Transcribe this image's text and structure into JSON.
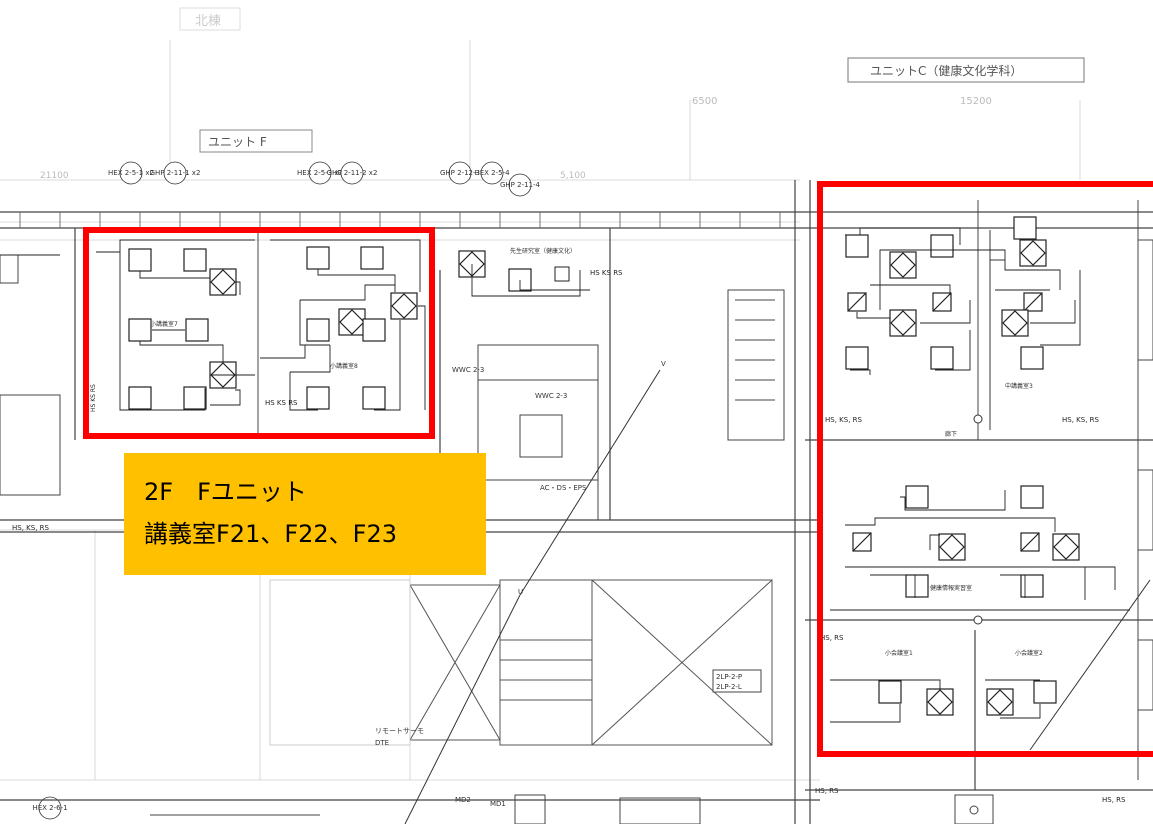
{
  "callout": {
    "line1": "2F　Fユニット",
    "line2": "講義室F21、F22、F23"
  },
  "plan": {
    "title_top": "北棟",
    "unit_f_label": "ユニット F",
    "unit_c_label": "ユニットC（健康文化学科）",
    "dim_left": "6500",
    "dim_right": "15200",
    "dim_far_left": "21100",
    "dim_mid": "5,100",
    "rooms": {
      "f_room_1": "小講義室7",
      "f_room_2": "小講義室8",
      "health_room": "先生研究室（健康文化）",
      "wc_1": "WWC 2-3",
      "wc_2": "WWC 2-3",
      "eps": "AC・DS・EPS",
      "c_room_top": "中講義室3",
      "corridor": "廊下",
      "c_room_mid": "健康情報実習室",
      "c_room_b1": "小会議室1",
      "c_room_b2": "小会議室2"
    },
    "equipment_tags": {
      "hex_1": "HEX 2-5-1 x2",
      "ghp_1": "GHP 2-11-1 x2",
      "hex_2": "HEX 2-5-3 x2",
      "ghp_2": "GHP 2-11-2 x2",
      "ghp_3": "GHP 2-12-3",
      "hex_3": "HEX 2-5-4",
      "ghp_4": "GHP 2-11-4",
      "hex_bottom": "HEX 2-6-1"
    },
    "notes": {
      "hs_ks_rs_1": "HS KS RS",
      "hs_ks_rs_2": "HS, KS, RS",
      "hs_ks_rs_3": "HS, KS, RS",
      "hs_ks_rs_4": "HS, KS, RS",
      "hs_ks_rs_5": "HS, KS, RS",
      "hs_rs_1": "HS, RS",
      "hs_rs_2": "HS, RS",
      "hs_rs_3": "HS, RS",
      "panel_1": "2LP-2-P",
      "panel_2": "2LP-2-L",
      "remote": "リモートサーモ",
      "dte": "DTE",
      "md2": "MD2",
      "md1": "MD1",
      "pipe_u": "U",
      "pipe_v": "V"
    }
  },
  "colors": {
    "highlight_border": "#ff0000",
    "callout_bg": "#ffc000",
    "drawing": "#222222",
    "drawing_light": "#9a9a9a"
  }
}
